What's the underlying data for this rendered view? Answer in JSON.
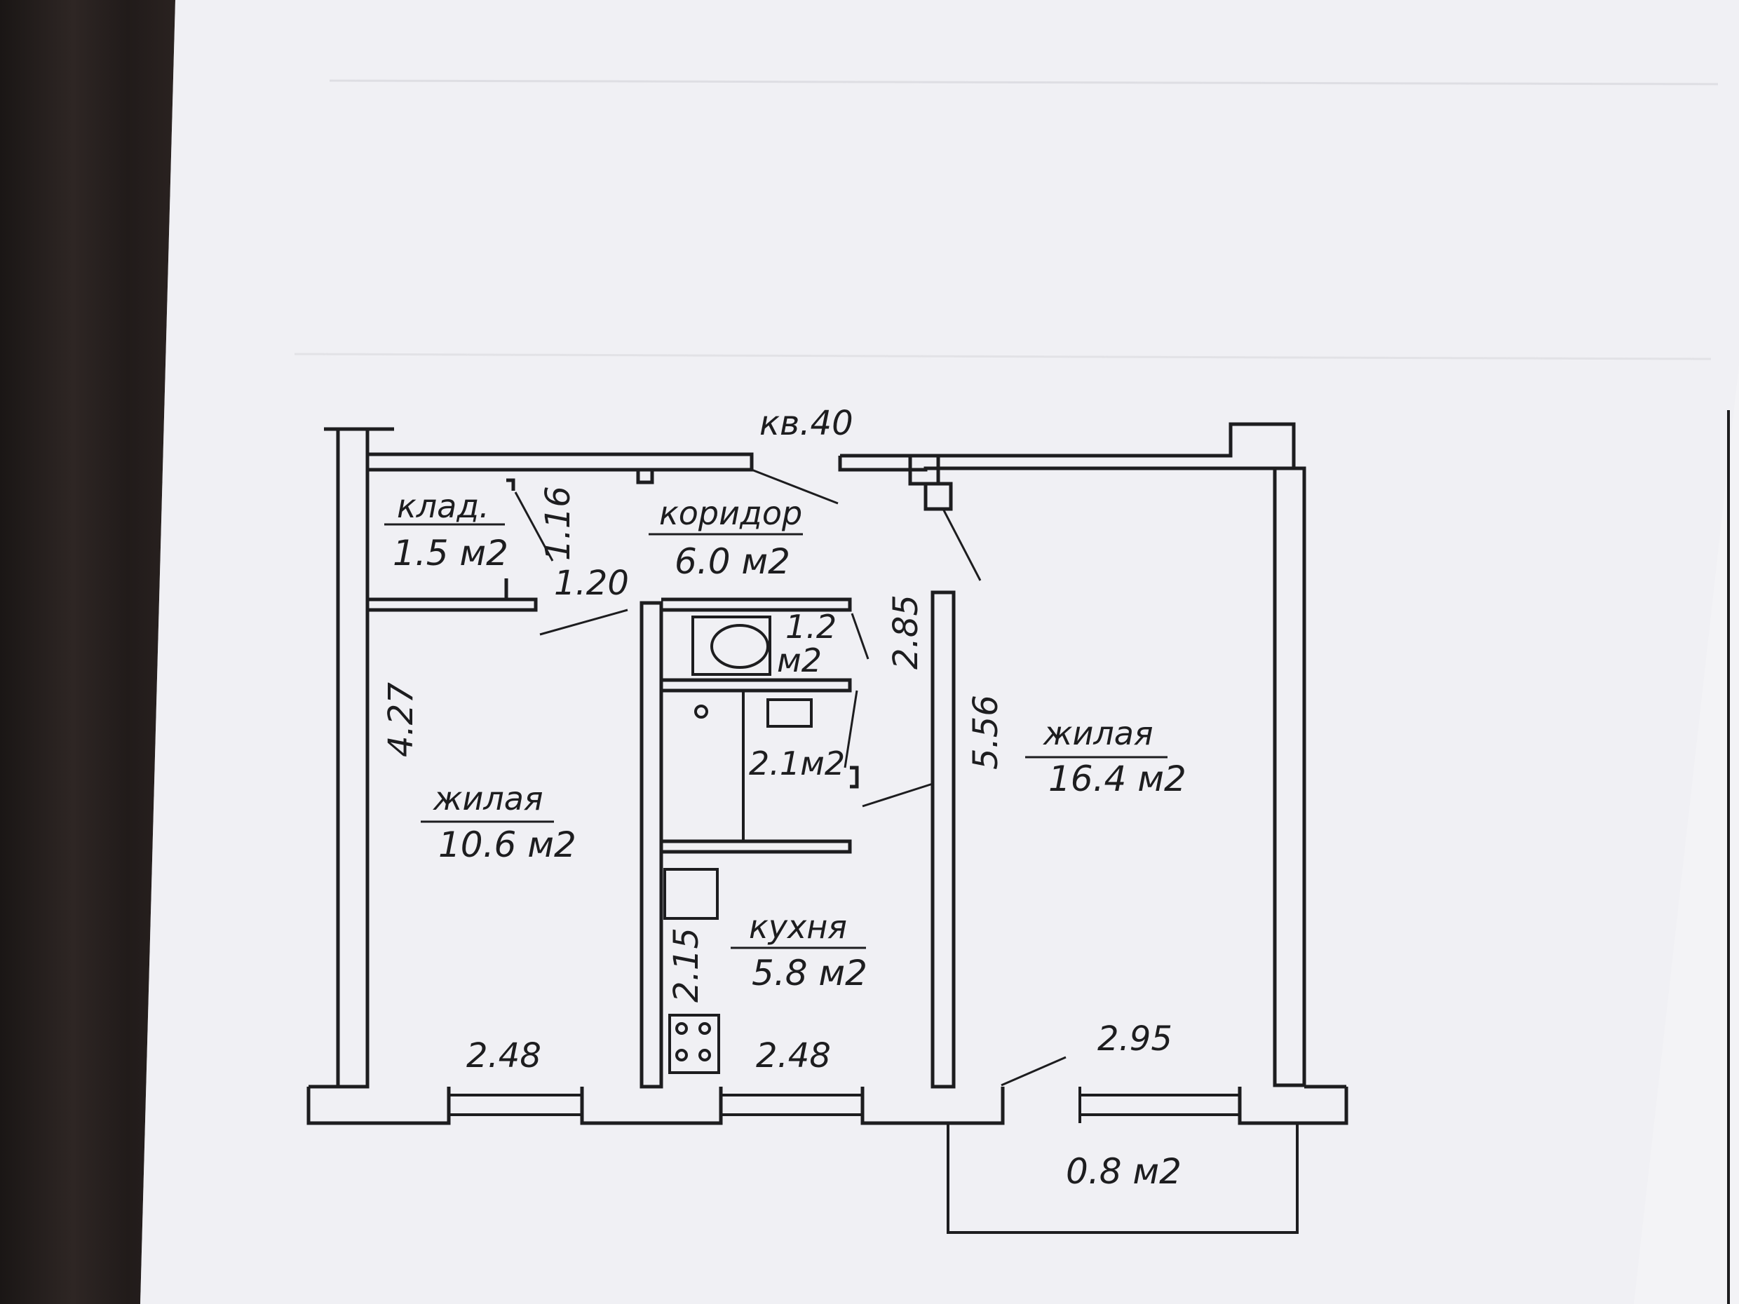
{
  "plan": {
    "apartment": "кв.40",
    "rooms": {
      "storage": {
        "name": "клад.",
        "area": "1.5 м2"
      },
      "corridor": {
        "name": "коридор",
        "area": "6.0 м2"
      },
      "wc": {
        "area_line1": "1.2",
        "area_line2": "м2"
      },
      "bath": {
        "area": "2.1м2"
      },
      "living_left": {
        "name": "жилая",
        "area": "10.6 м2"
      },
      "living_right": {
        "name": "жилая",
        "area": "16.4 м2"
      },
      "kitchen": {
        "name": "кухня",
        "area": "5.8 м2"
      },
      "balcony": {
        "area": "0.8 м2"
      }
    },
    "dimensions": {
      "storage_depth": "1.16",
      "storage_width": "1.20",
      "left_room_depth": "4.27",
      "left_room_width": "2.48",
      "kitchen_depth": "2.15",
      "kitchen_width": "2.48",
      "corridor_depth": "2.85",
      "right_room_depth": "5.56",
      "right_room_width": "2.95"
    }
  },
  "colors": {
    "paper": "#f4f4f6",
    "ink": "#1d1d1f",
    "table": "#231d1c"
  }
}
